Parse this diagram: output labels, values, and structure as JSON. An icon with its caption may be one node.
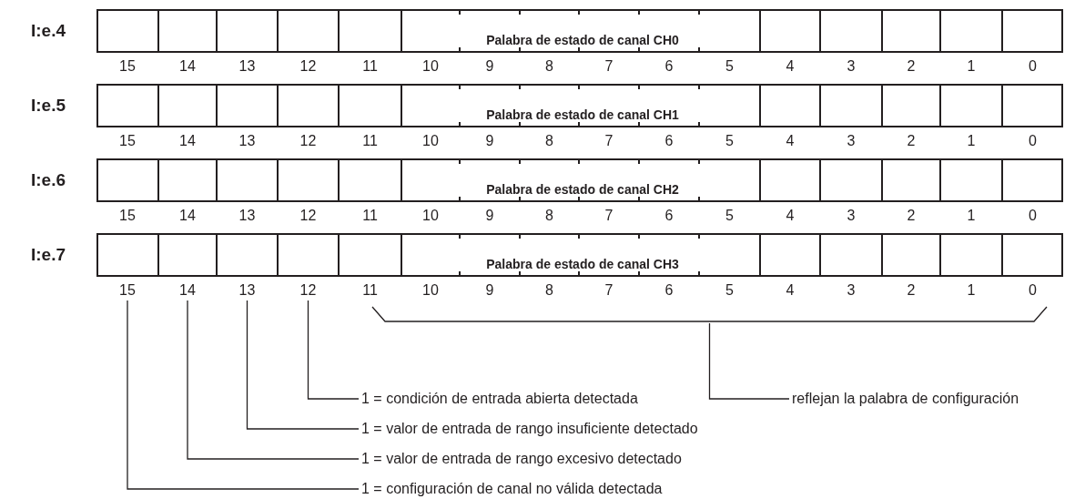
{
  "diagram": {
    "nodes": [
      {
        "text": [
          "Palabra de estado de canal CH0"
        ],
        "beside": [
          "I:e.4"
        ]
      },
      {
        "text": [
          "Palabra de estado de canal CH1"
        ],
        "beside": [
          "I:e.5"
        ]
      },
      {
        "text": [
          "Palabra de estado de canal CH2"
        ],
        "beside": [
          "I:e.6"
        ]
      },
      {
        "text": [
          "Palabra de estado de canal CH3"
        ],
        "beside": [
          "I:e.7"
        ]
      },
      {
        "text": [
          "15"
        ]
      },
      {
        "text": [
          "14"
        ]
      },
      {
        "text": [
          "13"
        ]
      },
      {
        "text": [
          "12"
        ]
      },
      {
        "text": [],
        "shape": "bracket"
      },
      {
        "text": [
          "1 = condición de entrada abierta detectada"
        ]
      },
      {
        "text": [
          "reflejan la palabra de configuración"
        ]
      },
      {
        "text": [
          "1 = valor de entrada de rango insuficiente detectado"
        ]
      },
      {
        "text": [
          "1 = valor de entrada de rango excesivo detectado"
        ]
      },
      {
        "text": [
          "1 = configuración de canal no válida detectada"
        ]
      }
    ],
    "edges": [
      {
        "from": 9,
        "to": 7,
        "arrow": "none"
      },
      {
        "from": 10,
        "to": 8,
        "arrow": "none"
      },
      {
        "from": 11,
        "to": 6,
        "arrow": "none"
      },
      {
        "from": 12,
        "to": 5,
        "arrow": "none"
      },
      {
        "from": 13,
        "to": 4,
        "arrow": "none"
      }
    ],
    "labels": [
      "15",
      "14",
      "13",
      "12",
      "11",
      "10",
      "9",
      "8",
      "7",
      "6",
      "5",
      "4",
      "3",
      "2",
      "1",
      "0",
      "15",
      "14",
      "13",
      "12",
      "11",
      "10",
      "9",
      "8",
      "7",
      "6",
      "5",
      "4",
      "3",
      "2",
      "1",
      "0",
      "15",
      "14",
      "13",
      "12",
      "11",
      "10",
      "9",
      "8",
      "7",
      "6",
      "5",
      "4",
      "3",
      "2",
      "1",
      "0",
      "11",
      "10",
      "9",
      "8",
      "7",
      "6",
      "5",
      "4",
      "3",
      "2",
      "1",
      "0"
    ]
  }
}
